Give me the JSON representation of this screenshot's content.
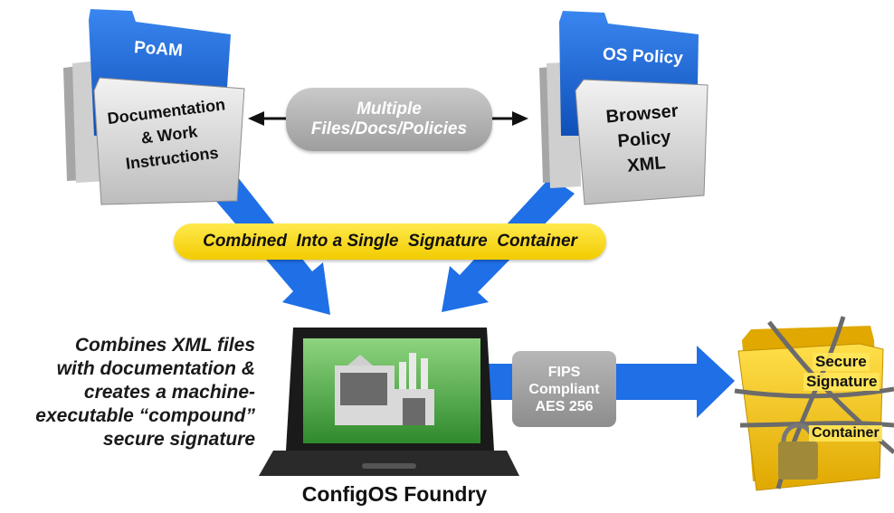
{
  "left_folder": {
    "tab_label": "PoAM",
    "front_lines": [
      "Documentation",
      "& Work",
      "Instructions"
    ]
  },
  "right_folder": {
    "tab_label": "OS Policy",
    "front_lines": [
      "Browser",
      "Policy",
      "XML"
    ]
  },
  "multiple_label": [
    "Multiple",
    "Files/Docs/Policies"
  ],
  "combined_label": "Combined  Into a Single  Signature  Container",
  "description_lines": [
    "Combines XML files",
    "with documentation &",
    "creates a machine-",
    "executable “compound”",
    "secure signature"
  ],
  "fips_lines": [
    "FIPS",
    "Compliant",
    "AES 256"
  ],
  "secure_folder_lines": [
    "Secure",
    "Signature",
    "Container"
  ],
  "laptop_caption": "ConfigOS Foundry",
  "colors": {
    "arrow_blue": "#1f6fe6",
    "folder_blue": "#1a64d8",
    "pill_yellow": "#f7d914",
    "secure_yellow": "#f5c518"
  }
}
